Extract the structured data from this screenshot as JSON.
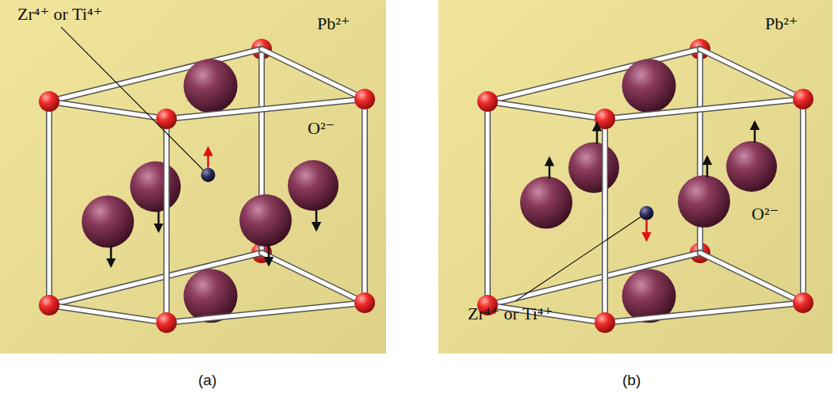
{
  "diagram": {
    "labels": [
      "Zr⁴⁺ or Ti⁴⁺",
      "Pb²⁺",
      "O²⁻",
      "Pb²⁺",
      "O²⁻",
      "Zr⁴⁺ or Ti⁴⁺",
      "(a)",
      "(b)"
    ]
  }
}
